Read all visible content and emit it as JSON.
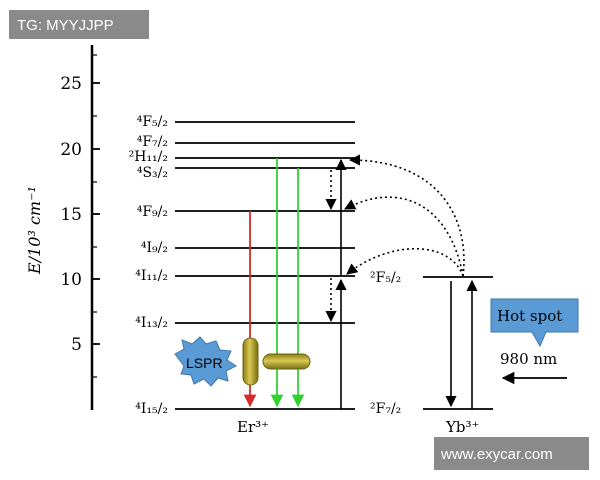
{
  "watermark_top": "TG: MYYJJPP",
  "watermark_bottom": "www.exycar.com",
  "axis": {
    "label": "E/10³ cm⁻¹",
    "ticks": [
      "5",
      "10",
      "15",
      "20",
      "25"
    ]
  },
  "er_levels": [
    "⁴F₅/₂",
    "⁴F₇/₂",
    "²H₁₁/₂",
    "⁴S₃/₂",
    "⁴F₉/₂",
    "⁴I₉/₂",
    "⁴I₁₁/₂",
    "⁴I₁₃/₂",
    "⁴I₁₅/₂"
  ],
  "yb_levels": [
    "²F₅/₂",
    "²F₇/₂"
  ],
  "ion_er": "Er³⁺",
  "ion_yb": "Yb³⁺",
  "hot_spot": "Hot spot",
  "lspr": "LSPR",
  "excitation": "980 nm",
  "colors": {
    "red_emission": "#d42a2a",
    "green_emission": "#2fd12f",
    "hot_spot_fill": "#5b9bd5",
    "nanorod": "#b5a531"
  }
}
